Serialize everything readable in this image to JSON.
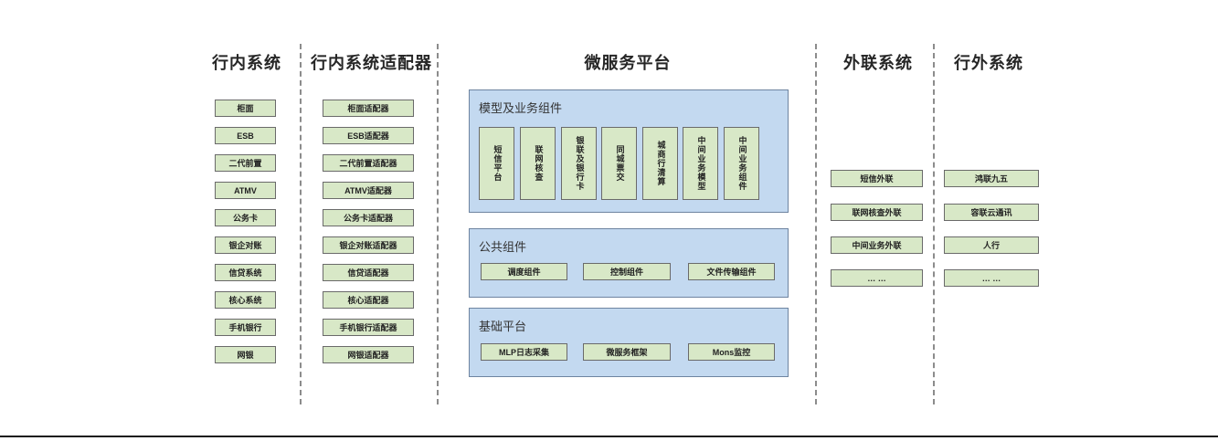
{
  "internal": {
    "title": "行内系统",
    "items": [
      "柜面",
      "ESB",
      "二代前置",
      "ATMV",
      "公务卡",
      "银企对账",
      "信贷系统",
      "核心系统",
      "手机银行",
      "网银"
    ]
  },
  "adapters": {
    "title": "行内系统适配器",
    "items": [
      "柜面适配器",
      "ESB适配器",
      "二代前置适配器",
      "ATMV适配器",
      "公务卡适配器",
      "银企对账适配器",
      "信贷适配器",
      "核心适配器",
      "手机银行适配器",
      "网银适配器"
    ]
  },
  "platform": {
    "title": "微服务平台",
    "model_section": {
      "label": "模型及业务组件",
      "items": [
        "短信平台",
        "联网核查",
        "银联及银行卡",
        "同城票交",
        "城商行清算",
        "中间业务模型",
        "中间业务组件"
      ]
    },
    "common_section": {
      "label": "公共组件",
      "items": [
        "调度组件",
        "控制组件",
        "文件传输组件"
      ]
    },
    "base_section": {
      "label": "基础平台",
      "items": [
        "MLP日志采集",
        "微服务框架",
        "Mons监控"
      ]
    }
  },
  "outlink": {
    "title": "外联系统",
    "items": [
      "短信外联",
      "联网核查外联",
      "中间业务外联",
      "… …"
    ]
  },
  "external": {
    "title": "行外系统",
    "items": [
      "鸿联九五",
      "容联云通讯",
      "人行",
      "… …"
    ]
  },
  "colors": {
    "green_fill": "#d8e8c7",
    "green_border": "#6a6a6a",
    "blue_fill": "#c3d9f0",
    "blue_border": "#6e84a0",
    "separator_gray": "#8c8c8c",
    "bottom_rule": "#1a1a1a"
  }
}
